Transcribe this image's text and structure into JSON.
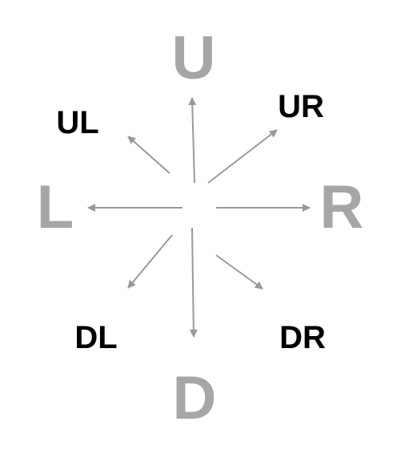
{
  "colors": {
    "primary_label": "#a6a6a6",
    "diagonal_label": "#000000",
    "arrow": "#999999",
    "background": "#ffffff"
  },
  "labels": {
    "up": "U",
    "down": "D",
    "left": "L",
    "right": "R",
    "up_left": "UL",
    "up_right": "UR",
    "down_left": "DL",
    "down_right": "DR"
  },
  "arrows": [
    "up",
    "down",
    "left",
    "right",
    "up-left",
    "up-right",
    "down-left",
    "down-right"
  ]
}
